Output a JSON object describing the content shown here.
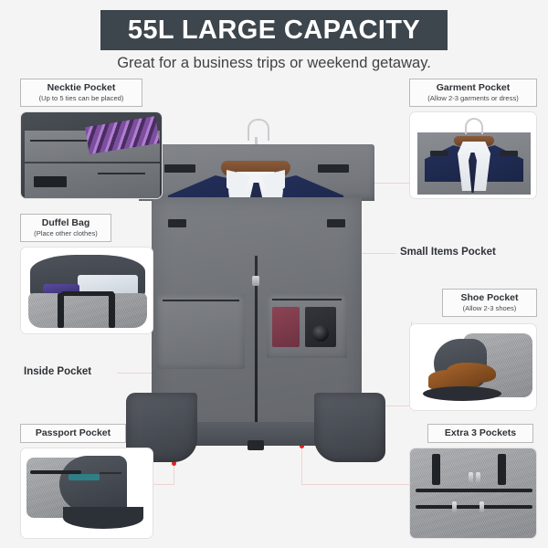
{
  "header": {
    "banner_title": "55L LARGE CAPACITY",
    "subtitle": "Great for a business trips or weekend getaway.",
    "banner_color": "#3d454d",
    "banner_text_color": "#ffffff"
  },
  "theme": {
    "background": "#f5f4f4",
    "connector_line_color": "#edd3d3",
    "connector_dot_color": "#e22222",
    "label_border_color": "#b9b9b9",
    "label_text_color": "#2f3337"
  },
  "callouts": [
    {
      "id": "necktie-pocket",
      "title": "Necktie Pocket",
      "subtitle": "(Up to 5 ties can be placed)",
      "style": "boxed",
      "position": "top-left"
    },
    {
      "id": "garment-pocket",
      "title": "Garment Pocket",
      "subtitle": "(Allow 2-3 garments or dress)",
      "style": "boxed",
      "position": "top-right"
    },
    {
      "id": "duffel-bag",
      "title": "Duffel Bag",
      "subtitle": "(Place other clothes)",
      "style": "boxed",
      "position": "middle-left"
    },
    {
      "id": "small-items-pocket",
      "title": "Small Items Pocket",
      "subtitle": "",
      "style": "plain",
      "position": "middle-right"
    },
    {
      "id": "shoe-pocket",
      "title": "Shoe Pocket",
      "subtitle": "(Allow 2-3 shoes)",
      "style": "boxed",
      "position": "lower-right"
    },
    {
      "id": "inside-pocket",
      "title": "Inside Pocket",
      "subtitle": "",
      "style": "plain",
      "position": "lower-left"
    },
    {
      "id": "passport-pocket",
      "title": "Passport Pocket",
      "subtitle": "",
      "style": "boxed",
      "position": "bottom-left"
    },
    {
      "id": "extra-3-pockets",
      "title": "Extra 3 Pockets",
      "subtitle": "",
      "style": "boxed",
      "position": "bottom-right"
    }
  ],
  "insets": [
    {
      "id": "necktie-inset",
      "alt": "Open garment bag interior with a purple striped necktie laid across zippered mesh pockets"
    },
    {
      "id": "garment-inset",
      "alt": "Navy suit jacket with white shirt and dark tie on a wooden hanger inside the garment compartment"
    },
    {
      "id": "duffel-inset",
      "alt": "Open gray duffel bag packed with folded light blue clothes and black carry straps"
    },
    {
      "id": "shoe-inset",
      "alt": "Pair of brown leather dress shoes sliding out of the side shoe compartment"
    },
    {
      "id": "passport-inset",
      "alt": "Gray duffel bag with the dark front flap folded down revealing a teal lined passport pocket"
    },
    {
      "id": "extra-pockets-inset",
      "alt": "Close-up of gray bag exterior with black straps and three silver zipper pulls"
    }
  ],
  "product": {
    "id": "garment-bag-main",
    "alt": "Gray convertible garment bag laid flat and unzipped, showing a navy suit on a wooden hanger, center zipper, and two side flap pockets holding a maroon wallet and a black camera"
  }
}
